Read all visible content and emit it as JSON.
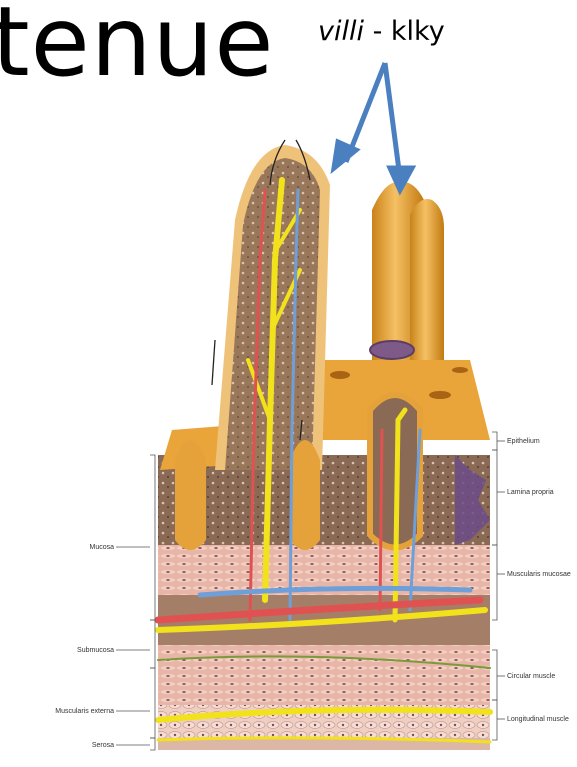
{
  "slide": {
    "title_fragment": "tenue",
    "caption_italic": "villi",
    "caption_rest": " - klky"
  },
  "labels_right": [
    "Epithelium",
    "Lamina propria",
    "Muscularis mucosae",
    "Circular muscle",
    "Longitudinal muscle"
  ],
  "labels_left": [
    "Mucosa",
    "Submucosa",
    "Muscularis externa",
    "Serosa"
  ],
  "colors": {
    "villus": "#e8a83a",
    "villus_dark": "#c9861c",
    "arrow": "#4a7fc0",
    "nerve": "#f2e21c",
    "artery": "#e05252",
    "vein": "#6f9fd8"
  }
}
